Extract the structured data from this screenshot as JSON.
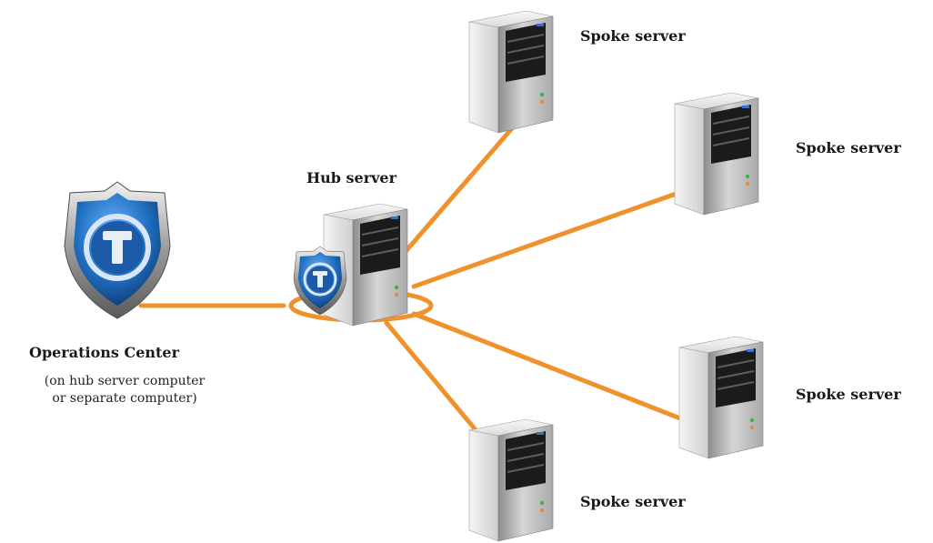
{
  "hub": {
    "label": "Hub server",
    "shield_letter": "T"
  },
  "operations_center": {
    "label": "Operations Center",
    "note_line1": "(on hub server computer",
    "note_line2": "or separate computer)",
    "shield_letter": "T"
  },
  "spokes": [
    {
      "label": "Spoke server"
    },
    {
      "label": "Spoke server"
    },
    {
      "label": "Spoke server"
    },
    {
      "label": "Spoke server"
    }
  ],
  "colors": {
    "connector": "#f0922c",
    "shield_blue": "#1f6fc0",
    "server_body": "#b8b8b8"
  }
}
